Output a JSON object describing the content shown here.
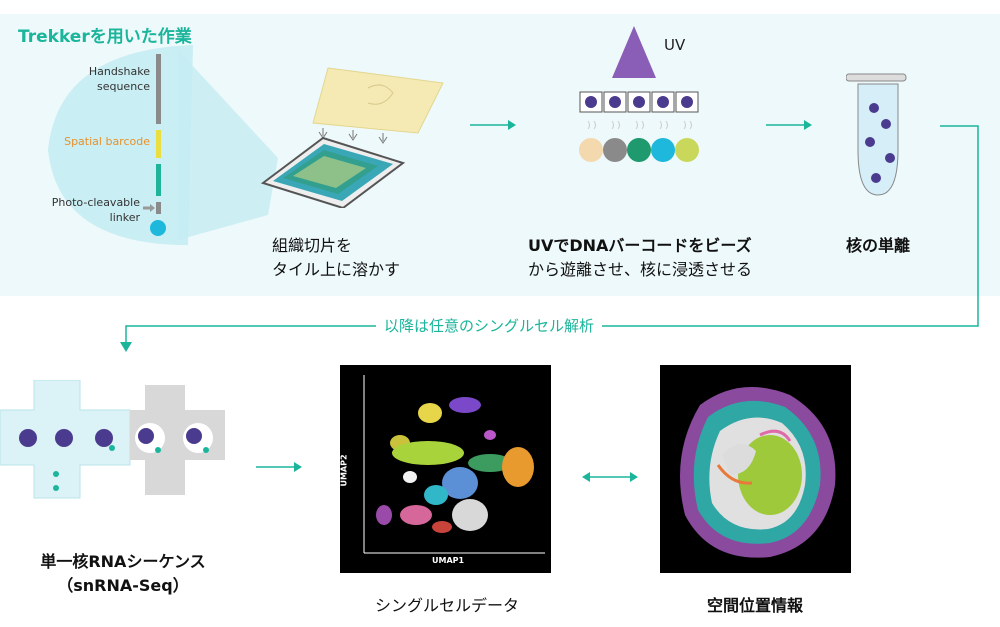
{
  "header": {
    "title": "Trekkerを用いた作業"
  },
  "strand": {
    "handshake": "Handshake\nsequence",
    "barcode": "Spatial barcode",
    "linker": "Photo-cleavable\nlinker"
  },
  "uv_label": "UV",
  "steps": [
    {
      "label_line1": "組織切片を",
      "label_line2": "タイル上に溶かす"
    },
    {
      "label_line1": "UVでDNAバーコードをビーズ",
      "label_line2": "から遊離させ、核に浸透させる"
    },
    {
      "label_line1": "核の単離",
      "label_line2": ""
    }
  ],
  "flow_label": "以降は任意のシングルセル解析",
  "outputs": [
    {
      "label_line1": "単一核RNAシーケンス",
      "label_line2": "（snRNA-Seq）"
    },
    {
      "label_line1": "シングルセルデータ",
      "label_line2": ""
    },
    {
      "label_line1": "空間位置情報",
      "label_line2": ""
    }
  ],
  "umap": {
    "xlabel": "UMAP1",
    "ylabel": "UMAP2"
  },
  "colors": {
    "accent": "#1ab59b",
    "barcode_text": "#e8912b",
    "panel_bg": "#eef9fb",
    "uv_purple": "#7b4fa8"
  }
}
